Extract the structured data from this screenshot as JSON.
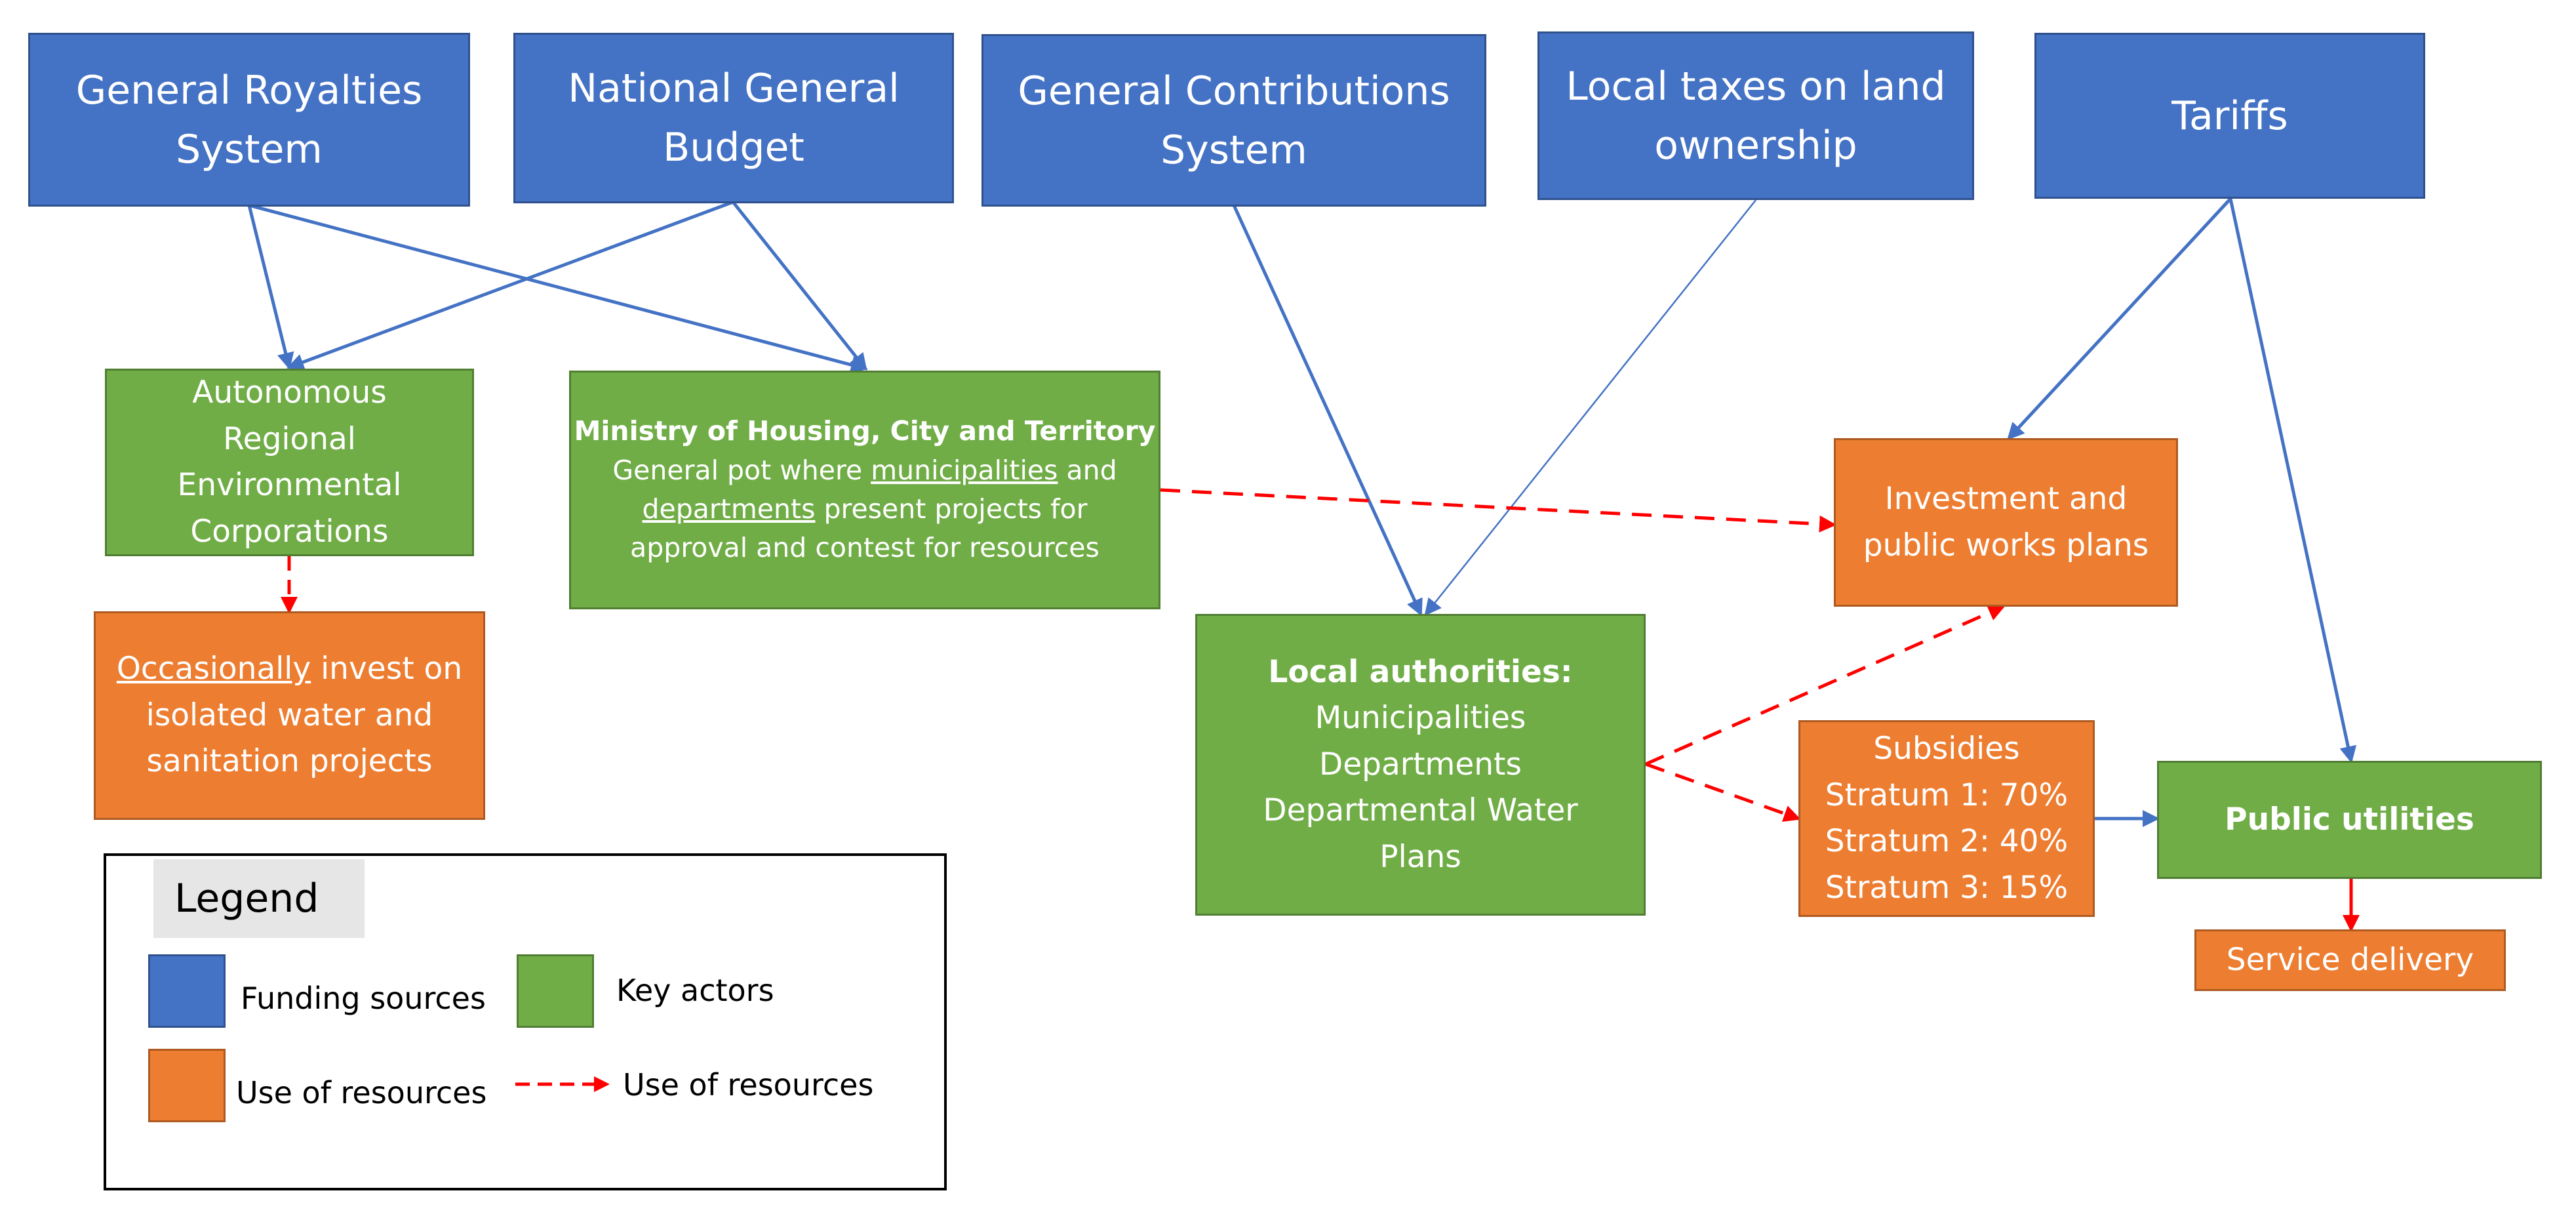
{
  "colors": {
    "funding": "#4472C4",
    "actor": "#70AD47",
    "use": "#ED7D31",
    "flow_arrow": "#4472C4",
    "resource_arrow": "#FF0000"
  },
  "funding_sources": {
    "royalties": [
      "General Royalties",
      "System"
    ],
    "budget": [
      "National General",
      "Budget"
    ],
    "contributions": [
      "General Contributions",
      "System"
    ],
    "land_taxes": [
      "Local taxes on land",
      "ownership"
    ],
    "tariffs": [
      "Tariffs"
    ]
  },
  "actors": {
    "car": [
      "Autonomous",
      "Regional",
      "Environmental",
      "Corporations"
    ],
    "ministry": {
      "title": "Ministry of Housing, City and Territory",
      "line1": "General pot where ",
      "municipalities": "municipalities",
      "and": " and",
      "departments": "departments",
      "line2_rest": " present projects for",
      "line3": "approval and contest for resources"
    },
    "local": {
      "title": "Local authorities:",
      "lines": [
        "Municipalities",
        "Departments",
        "Departmental Water",
        "Plans"
      ]
    },
    "utilities": "Public utilities"
  },
  "uses": {
    "occasional": {
      "underlined": "Occasionally",
      "rest": " invest on",
      "lines": [
        "isolated water and",
        "sanitation projects"
      ]
    },
    "investment": [
      "Investment and",
      "public works plans"
    ],
    "subsidies": [
      "Subsidies",
      "Stratum 1: 70%",
      "Stratum 2: 40%",
      "Stratum 3: 15%"
    ],
    "service": "Service delivery"
  },
  "legend": {
    "title": "Legend",
    "funding": "Funding sources",
    "actors": "Key actors",
    "use": "Use of resources",
    "use_arrow": "Use of resources"
  }
}
